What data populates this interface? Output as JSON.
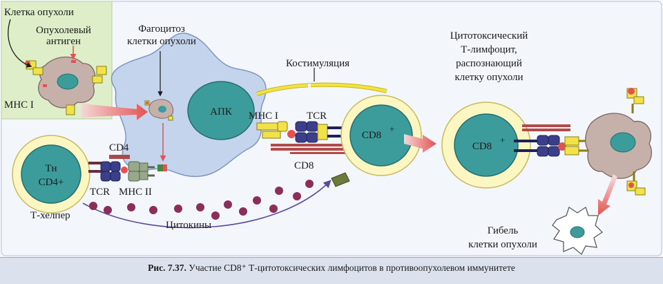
{
  "labels": {
    "tumor_cell": "Клетка опухоли",
    "tumor_antigen_line1": "Опухолевый",
    "tumor_antigen_line2": "антиген",
    "mhc1_left": "MHC I",
    "phagocytosis_line1": "Фагоцитоз",
    "phagocytosis_line2": "клетки опухоли",
    "apc": "АПК",
    "costimulation": "Костимуляция",
    "mhc1_mid": "MHC I",
    "tcr_mid": "TCR",
    "cd8_label": "CD8",
    "cd8_cell_left": "CD8",
    "cd8_cell_right": "CD8",
    "sup_plus_1": "+",
    "sup_plus_2": "+",
    "cd4_label": "CD4",
    "th_line1": "Тн",
    "th_line2": "CD4+",
    "tcr_bottom": "TCR",
    "mhc2": "MHC II",
    "t_helper": "Т-хелпер",
    "cytokines": "Цитокины",
    "ctl_line1": "Цитотоксический",
    "ctl_line2": "Т-лимфоцит,",
    "ctl_line3": "распознающий",
    "ctl_line4": "клетку опухоли",
    "death_line1": "Гибель",
    "death_line2": "клетки опухоли"
  },
  "caption": {
    "prefix": "Рис. 7.37.",
    "text": " Участие CD8⁺ Т-цитотоксических лимфоцитов в противоопухолевом иммунитете"
  },
  "colors": {
    "apc_fill": "#c4d4ec",
    "tumor_fill": "#c5b0aa",
    "nucleus_fill": "#3c9c9c",
    "lymph_halo": "#fbf6c2",
    "panel_green": "#ddeec9",
    "cytokine": "#8b2e5a",
    "arrow_red": "#e35252"
  }
}
